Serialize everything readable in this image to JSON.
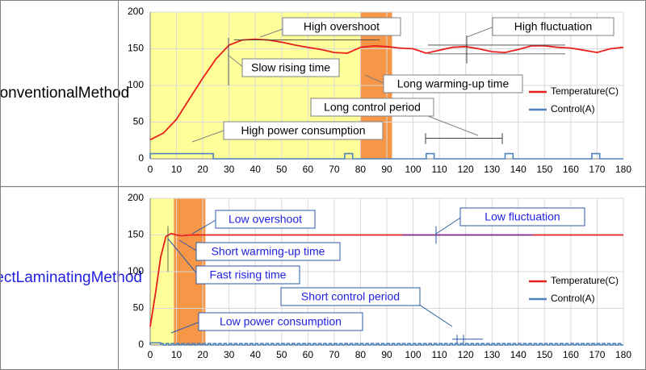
{
  "colors": {
    "temperature": "#e8201c",
    "control": "#4f81bd",
    "yellow_zone": "#ffff99",
    "orange_zone": "#f79646",
    "black_text": "#000000",
    "blue_text": "#1f1fe0",
    "blue_annotation_border": "#2f5aa8",
    "conventional_annotation_border": "#808080"
  },
  "rows": [
    {
      "label_lines": [
        "Conventional",
        "Method"
      ],
      "label_color": "#000000"
    },
    {
      "label_lines": [
        "Direct",
        "Laminating",
        "Method"
      ],
      "label_color": "#1f1fe0"
    }
  ],
  "chart_data": [
    {
      "type": "line",
      "ylim": [
        0,
        200
      ],
      "yticks": [
        0,
        50,
        100,
        150,
        200
      ],
      "xlim": [
        0,
        180
      ],
      "xticks": [
        0,
        10,
        20,
        30,
        40,
        50,
        60,
        70,
        80,
        90,
        100,
        110,
        120,
        130,
        140,
        150,
        160,
        170,
        180
      ],
      "grid": true,
      "legend_position": "right-middle",
      "legend": [
        "Temperature(C)",
        "Control(A)"
      ],
      "zones": [
        {
          "name": "yellow",
          "x0": 0,
          "x1": 80,
          "color": "#ffff99"
        },
        {
          "name": "orange",
          "x0": 80,
          "x1": 92,
          "color": "#f79646"
        }
      ],
      "series": [
        {
          "name": "Temperature(C)",
          "x": [
            0,
            5,
            10,
            15,
            20,
            25,
            30,
            35,
            40,
            45,
            50,
            55,
            60,
            65,
            70,
            75,
            80,
            85,
            90,
            95,
            100,
            105,
            110,
            115,
            120,
            125,
            130,
            135,
            140,
            145,
            150,
            155,
            160,
            165,
            170,
            175,
            180
          ],
          "y": [
            26,
            35,
            54,
            82,
            110,
            136,
            155,
            162,
            163,
            162,
            159,
            155,
            152,
            149,
            145,
            144,
            152,
            154,
            153,
            151,
            150,
            144,
            148,
            152,
            153,
            150,
            146,
            145,
            149,
            154,
            154,
            152,
            151,
            148,
            145,
            150,
            152
          ]
        },
        {
          "name": "Control(A)",
          "pulses": [
            [
              0,
              24
            ],
            [
              74,
              77
            ],
            [
              105,
              108
            ],
            [
              135,
              138
            ],
            [
              168,
              171
            ]
          ],
          "on": 7,
          "off": 0
        }
      ],
      "annotations": [
        {
          "text": "High overshoot"
        },
        {
          "text": "High fluctuation"
        },
        {
          "text": "Slow rising time"
        },
        {
          "text": "Long warming-up time"
        },
        {
          "text": "Long control period"
        },
        {
          "text": "High power consumption"
        }
      ]
    },
    {
      "type": "line",
      "ylim": [
        0,
        200
      ],
      "yticks": [
        0,
        50,
        100,
        150,
        200
      ],
      "xlim": [
        0,
        180
      ],
      "xticks": [
        0,
        10,
        20,
        30,
        40,
        50,
        60,
        70,
        80,
        90,
        100,
        110,
        120,
        130,
        140,
        150,
        160,
        170,
        180
      ],
      "grid": true,
      "legend_position": "right-middle",
      "legend": [
        "Temperature(C)",
        "Control(A)"
      ],
      "zones": [
        {
          "name": "yellow",
          "x0": 0,
          "x1": 9,
          "color": "#ffff99"
        },
        {
          "name": "orange",
          "x0": 9,
          "x1": 21,
          "color": "#f79646"
        }
      ],
      "series": [
        {
          "name": "Temperature(C)",
          "x": [
            0,
            2,
            4,
            6,
            8,
            10,
            12,
            15,
            20,
            40,
            60,
            80,
            100,
            120,
            140,
            160,
            180
          ],
          "y": [
            25,
            70,
            120,
            148,
            152,
            150,
            149,
            150,
            150,
            150,
            150,
            150,
            150,
            150,
            150,
            150,
            150
          ]
        },
        {
          "name": "Control(A)",
          "period": 2,
          "start": 4,
          "amplitude": 2,
          "pulses": [
            [
              0,
              4
            ]
          ],
          "on": 3,
          "off": 0
        }
      ],
      "annotations": [
        {
          "text": "Low overshoot"
        },
        {
          "text": "Low fluctuation"
        },
        {
          "text": "Short warming-up time"
        },
        {
          "text": "Fast rising time"
        },
        {
          "text": "Short control period"
        },
        {
          "text": "Low power consumption"
        }
      ]
    }
  ]
}
